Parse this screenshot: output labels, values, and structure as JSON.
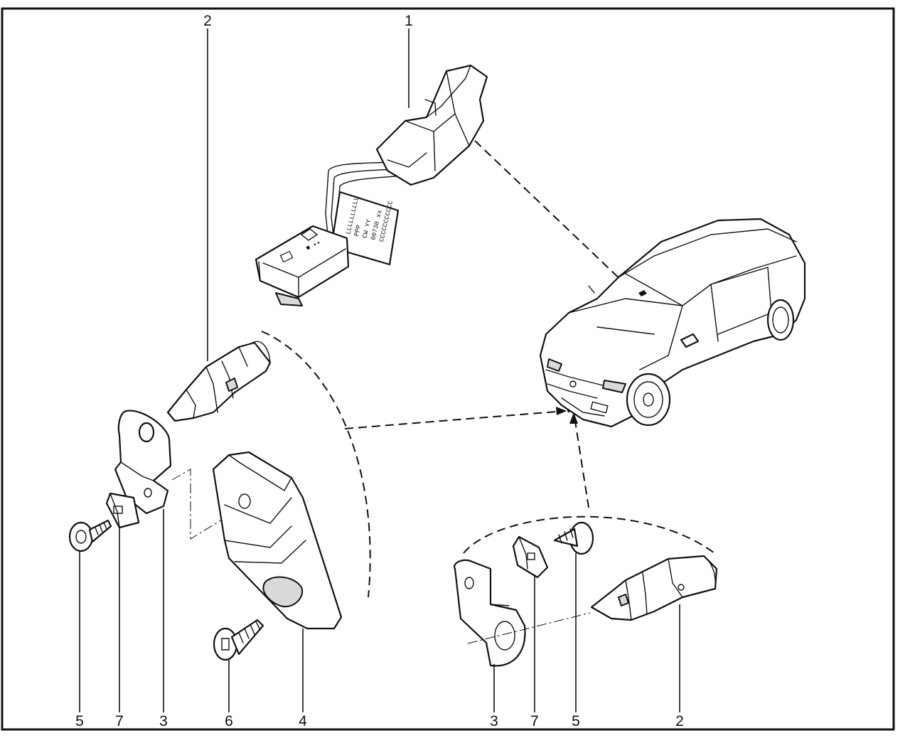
{
  "diagram": {
    "callouts": {
      "top_2": "2",
      "top_1": "1",
      "bottom_left_5": "5",
      "bottom_left_7": "7",
      "bottom_left_3": "3",
      "bottom_6": "6",
      "bottom_4": "4",
      "bottom_right_3": "3",
      "bottom_right_7": "7",
      "bottom_right_5": "5",
      "bottom_right_2": "2"
    },
    "sensor_label_text": [
      "LLLLLLLLLL",
      "PPP",
      "CW YY",
      "00730 xx",
      "CCCCCCCCCCC"
    ],
    "sensor_label_ordered": [
      "LLLLLLLLLL",
      "PPP",
      "CW YY",
      "00730 xx",
      "CCCCCCCCCCC"
    ]
  },
  "colors": {
    "line": "#111111",
    "background": "#ffffff",
    "shade": "#d9d9d9"
  }
}
